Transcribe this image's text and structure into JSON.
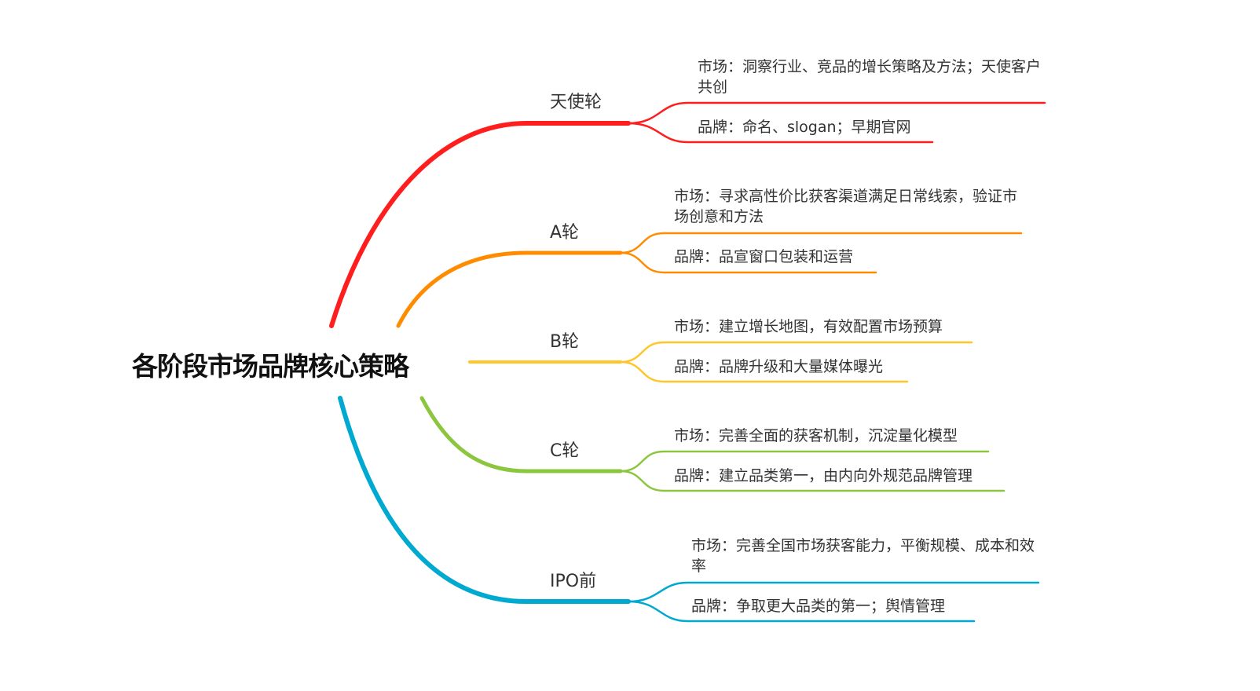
{
  "root": {
    "title": "各阶段市场品牌核心策略"
  },
  "stages": [
    {
      "label": "天使轮",
      "color": "#ff1e1e",
      "market": "市场：洞察行业、竞品的增长策略及方法；天使客户共创",
      "brand": "品牌：命名、slogan；早期官网"
    },
    {
      "label": "A轮",
      "color": "#ff8c00",
      "market": "市场：寻求高性价比获客渠道满足日常线索，验证市场创意和方法",
      "brand": "品牌：品宣窗口包装和运营"
    },
    {
      "label": "B轮",
      "color": "#ffc629",
      "market": "市场：建立增长地图，有效配置市场预算",
      "brand": "品牌：品牌升级和大量媒体曝光"
    },
    {
      "label": "C轮",
      "color": "#8cc63f",
      "market": "市场：完善全面的获客机制，沉淀量化模型",
      "brand": "品牌：建立品类第一，由内向外规范品牌管理"
    },
    {
      "label": "IPO前",
      "color": "#00a9d0",
      "market": "市场：完善全国市场获客能力，平衡规模、成本和效率",
      "brand": "品牌：争取更大品类的第一；舆情管理"
    }
  ]
}
